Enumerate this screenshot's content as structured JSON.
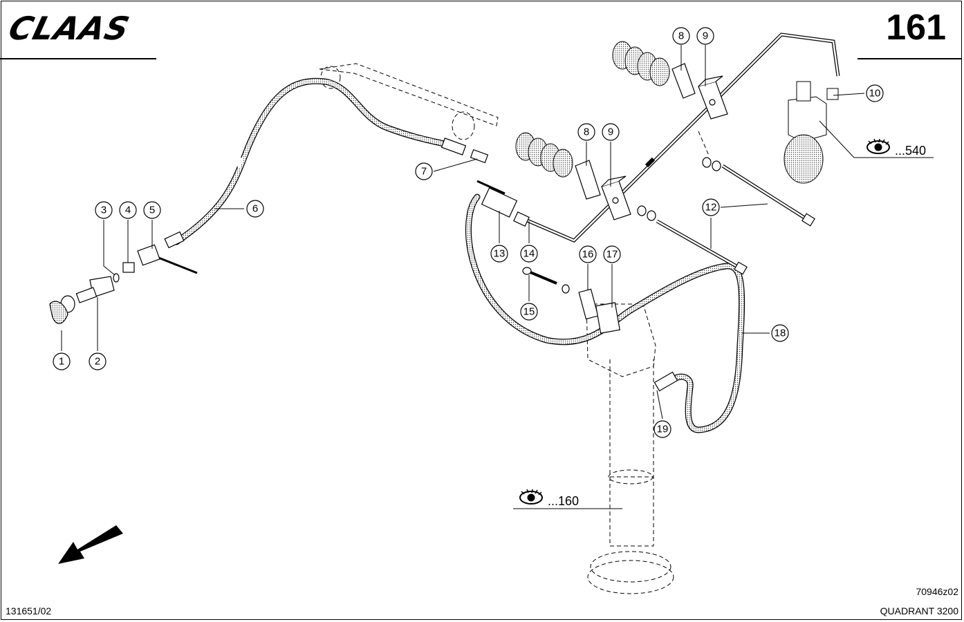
{
  "header": {
    "brand": "CLAAS",
    "page_number": "161"
  },
  "footer": {
    "figure_code": "70946z02",
    "document_number": "131651/02",
    "model": "QUADRANT 3200"
  },
  "references": [
    {
      "icon": "eye-icon",
      "label": "...540"
    },
    {
      "icon": "eye-icon",
      "label": "...160"
    }
  ],
  "callouts": [
    "1",
    "2",
    "3",
    "4",
    "5",
    "6",
    "7",
    "8",
    "9",
    "10",
    "12",
    "13",
    "14",
    "15",
    "16",
    "17",
    "18",
    "19",
    "8",
    "9"
  ]
}
